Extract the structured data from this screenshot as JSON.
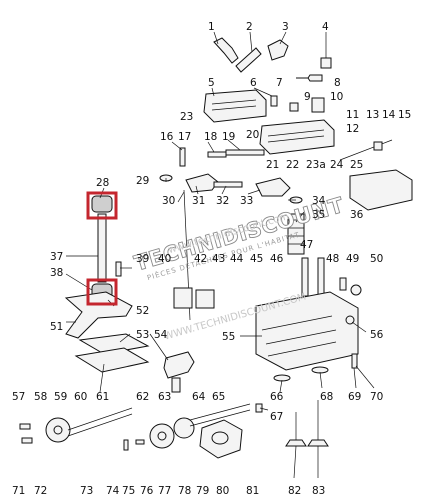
{
  "watermark": {
    "brand": "TECHNIDISCOUNT",
    "tagline": "PIÈCES DÉTACHÉES POUR L'HABITAT",
    "url": "www.technidiscount.com",
    "url_lower": "WWW.TECHNIDISCOUNT.COM"
  },
  "callouts": [
    "1",
    "2",
    "3",
    "4",
    "5",
    "6",
    "7",
    "8",
    "9",
    "10",
    "11",
    "12",
    "13",
    "14",
    "15",
    "16",
    "17",
    "18",
    "19",
    "20",
    "21",
    "22",
    "23",
    "23a",
    "24",
    "25",
    "28",
    "29",
    "30",
    "31",
    "32",
    "33",
    "34",
    "35",
    "36",
    "37",
    "38",
    "39",
    "40",
    "42",
    "43",
    "44",
    "45",
    "46",
    "47",
    "48",
    "49",
    "50",
    "51",
    "52",
    "53",
    "54",
    "55",
    "56",
    "57",
    "58",
    "59",
    "60",
    "61",
    "62",
    "63",
    "64",
    "65",
    "66",
    "67",
    "68",
    "69",
    "70",
    "71",
    "72",
    "73",
    "74",
    "75",
    "76",
    "77",
    "78",
    "79",
    "80",
    "81",
    "82",
    "83"
  ],
  "highlight_color": "#c4262e"
}
